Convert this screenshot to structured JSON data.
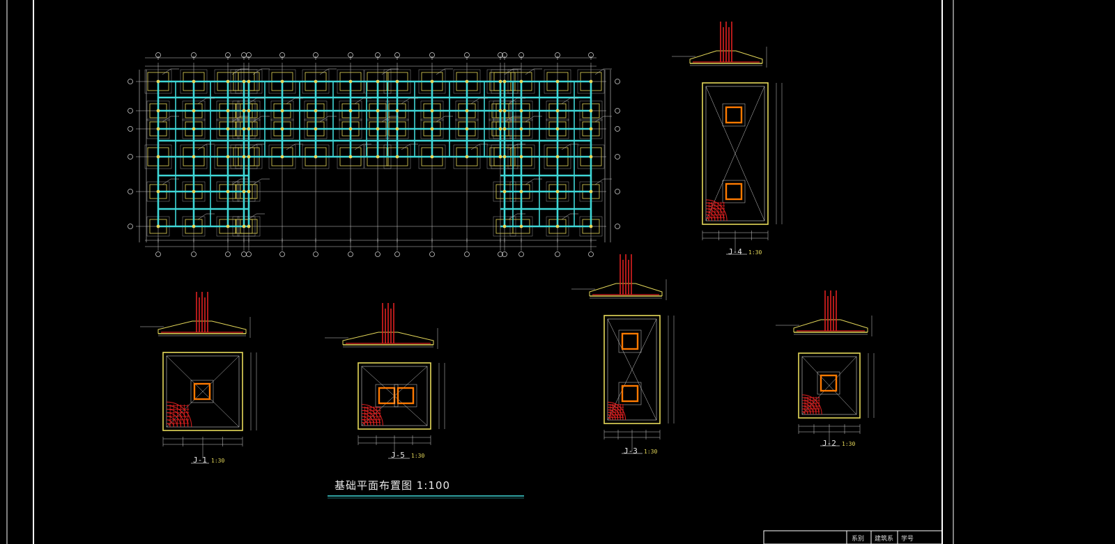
{
  "drawing": {
    "main_title": "基础平面布置图  1:100",
    "details": [
      {
        "id": "j1",
        "label": "J-1",
        "scale": "1:30"
      },
      {
        "id": "j2",
        "label": "J-2",
        "scale": "1:30"
      },
      {
        "id": "j3",
        "label": "J-3",
        "scale": "1:30"
      },
      {
        "id": "j4",
        "label": "J-4",
        "scale": "1:30"
      },
      {
        "id": "j5",
        "label": "J-5",
        "scale": "1:30"
      }
    ],
    "title_block": [
      "系别",
      "建筑系",
      "学号"
    ]
  },
  "colors": {
    "background": "#000000",
    "frame": "#ffffff",
    "grid": "#cfcfcf",
    "beam": "#3fd7d7",
    "footing": "#e6d95a",
    "rebar": "#e02020",
    "column": "#ff7a00",
    "title_underline": "#3fd7d7"
  }
}
